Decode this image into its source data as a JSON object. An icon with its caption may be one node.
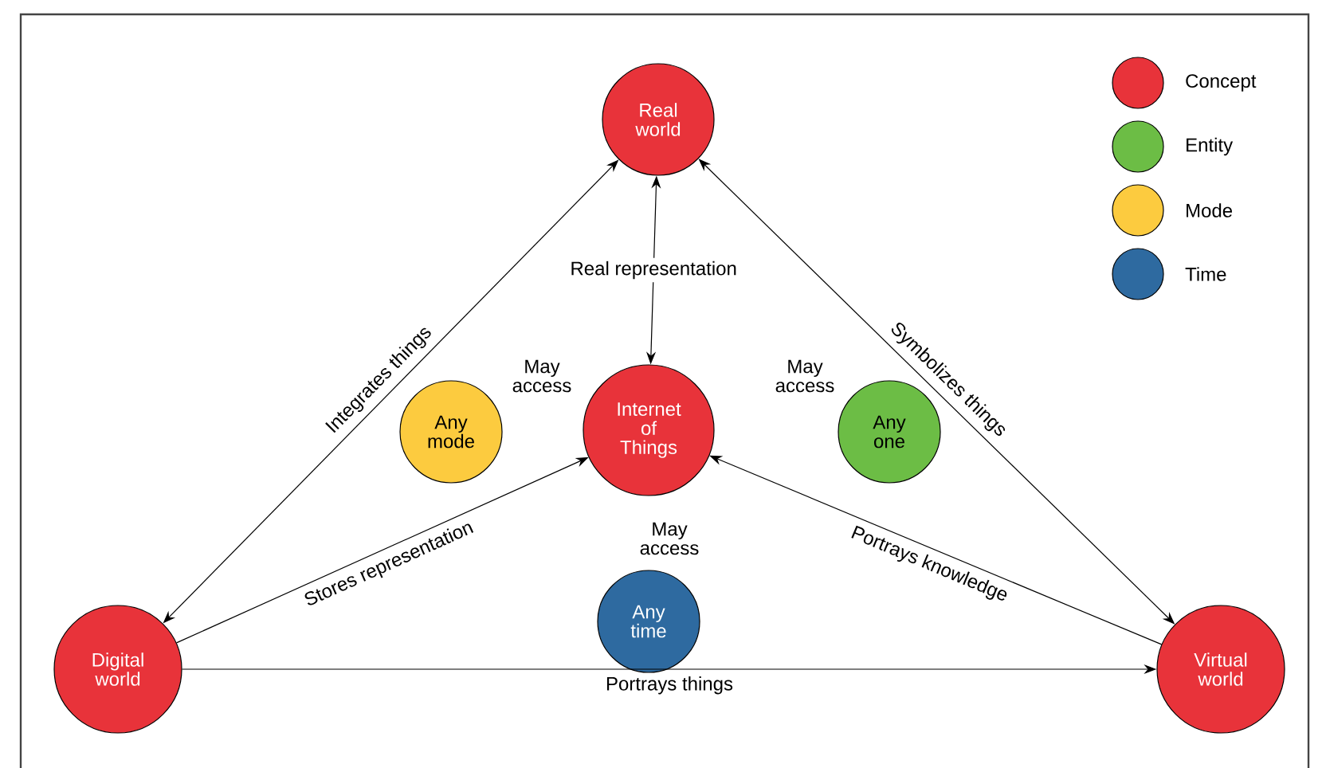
{
  "diagram": {
    "nodes": [
      {
        "text": [
          "Real world"
        ]
      },
      {
        "text": [
          "Internet of Things"
        ]
      },
      {
        "text": [
          "Any mode"
        ],
        "beside": [
          "May access"
        ]
      },
      {
        "text": [
          "Any one"
        ],
        "beside": [
          "May access"
        ]
      },
      {
        "text": [
          "Any time"
        ],
        "beside": [
          "May access"
        ]
      },
      {
        "text": [
          "Digital world"
        ]
      },
      {
        "text": [
          "Virtual world"
        ]
      }
    ],
    "edges": [
      {
        "from": 1,
        "to": 0,
        "arrow": "both",
        "label": "Real representation"
      },
      {
        "from": 0,
        "to": 5,
        "arrow": "both",
        "label": "Integrates things"
      },
      {
        "from": 0,
        "to": 6,
        "arrow": "both",
        "label": "Symbolizes things"
      },
      {
        "from": 5,
        "to": 1,
        "arrow": "to",
        "label": "Stores representation"
      },
      {
        "from": 6,
        "to": 1,
        "arrow": "to",
        "label": "Portrays knowledge"
      },
      {
        "from": 5,
        "to": 6,
        "arrow": "to",
        "label": "Portrays things"
      }
    ],
    "legend": [
      {
        "text": "Concept",
        "color": "#e8333a"
      },
      {
        "text": "Entity",
        "color": "#6cbd45"
      },
      {
        "text": "Mode",
        "color": "#fccb3f"
      },
      {
        "text": "Time",
        "color": "#2e6aa0"
      }
    ]
  }
}
